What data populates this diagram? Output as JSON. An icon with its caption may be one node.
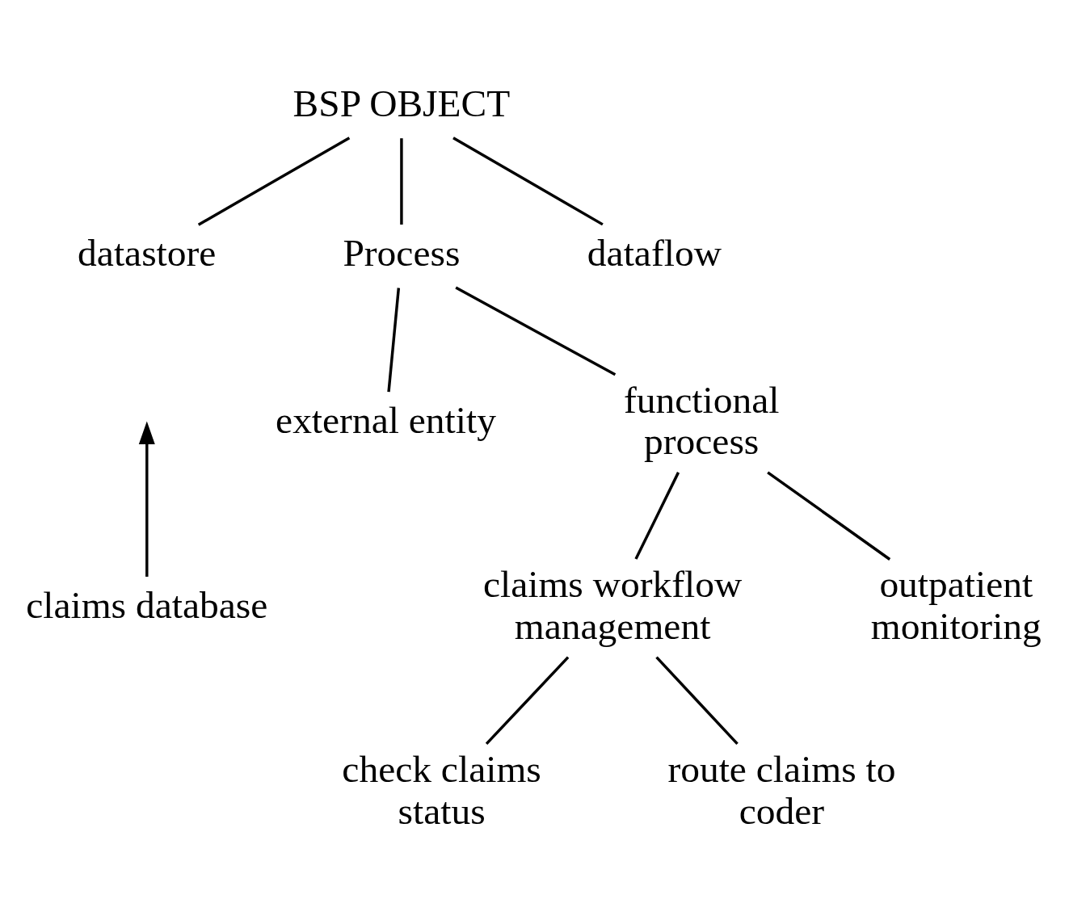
{
  "diagram": {
    "nodes": [
      {
        "text": [
          "BSP OBJECT"
        ]
      },
      {
        "text": [
          "datastore"
        ]
      },
      {
        "text": [
          "Process"
        ]
      },
      {
        "text": [
          "dataflow"
        ]
      },
      {
        "text": [
          "claims database"
        ]
      },
      {
        "text": [
          "external entity"
        ]
      },
      {
        "text": [
          "functional process"
        ]
      },
      {
        "text": [
          "claims workflow management"
        ]
      },
      {
        "text": [
          "outpatient monitoring"
        ]
      },
      {
        "text": [
          "check claims status"
        ]
      },
      {
        "text": [
          "route claims to coder"
        ]
      }
    ],
    "edges": [
      {
        "from": 0,
        "to": 1,
        "arrow": "none"
      },
      {
        "from": 0,
        "to": 2,
        "arrow": "none"
      },
      {
        "from": 0,
        "to": 3,
        "arrow": "none"
      },
      {
        "from": 4,
        "to": null,
        "arrow": "to"
      },
      {
        "from": 2,
        "to": 5,
        "arrow": "none"
      },
      {
        "from": 2,
        "to": 6,
        "arrow": "none"
      },
      {
        "from": 6,
        "to": 7,
        "arrow": "none"
      },
      {
        "from": 6,
        "to": 8,
        "arrow": "none"
      },
      {
        "from": 7,
        "to": 9,
        "arrow": "none"
      },
      {
        "from": 7,
        "to": 10,
        "arrow": "none"
      }
    ]
  }
}
